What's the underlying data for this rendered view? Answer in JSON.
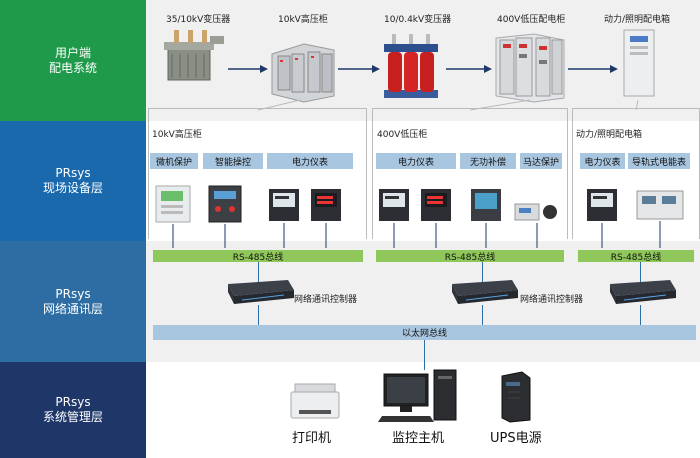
{
  "colors": {
    "band1": "#1f9a4b",
    "band2": "#1b69ad",
    "band3": "#2d6da3",
    "band4": "#1e3768",
    "bus": "#8fc75a",
    "tag": "#a9c6e0"
  },
  "layers": [
    {
      "l1": "用户端",
      "l2": "配电系统"
    },
    {
      "l1": "PRsys",
      "l2": "现场设备层"
    },
    {
      "l1": "PRsys",
      "l2": "网络通讯层"
    },
    {
      "l1": "PRsys",
      "l2": "系统管理层"
    }
  ],
  "top_devices": [
    "35/10kV变压器",
    "10kV高压柜",
    "10/0.4kV变压器",
    "400V低压配电柜",
    "动力/照明配电箱"
  ],
  "groups": [
    {
      "title": "10kV高压柜",
      "tags": [
        "微机保护",
        "智能操控",
        "电力仪表"
      ]
    },
    {
      "title": "400V低压柜",
      "tags": [
        "电力仪表",
        "无功补偿",
        "马达保护"
      ]
    },
    {
      "title": "动力/照明配电箱",
      "tags": [
        "电力仪表",
        "导轨式电能表"
      ]
    }
  ],
  "bus_label": "RS-485总线",
  "controller_label": "网络通讯控制器",
  "ethernet_label": "以太网总线",
  "mgmt": [
    "打印机",
    "监控主机",
    "UPS电源"
  ]
}
